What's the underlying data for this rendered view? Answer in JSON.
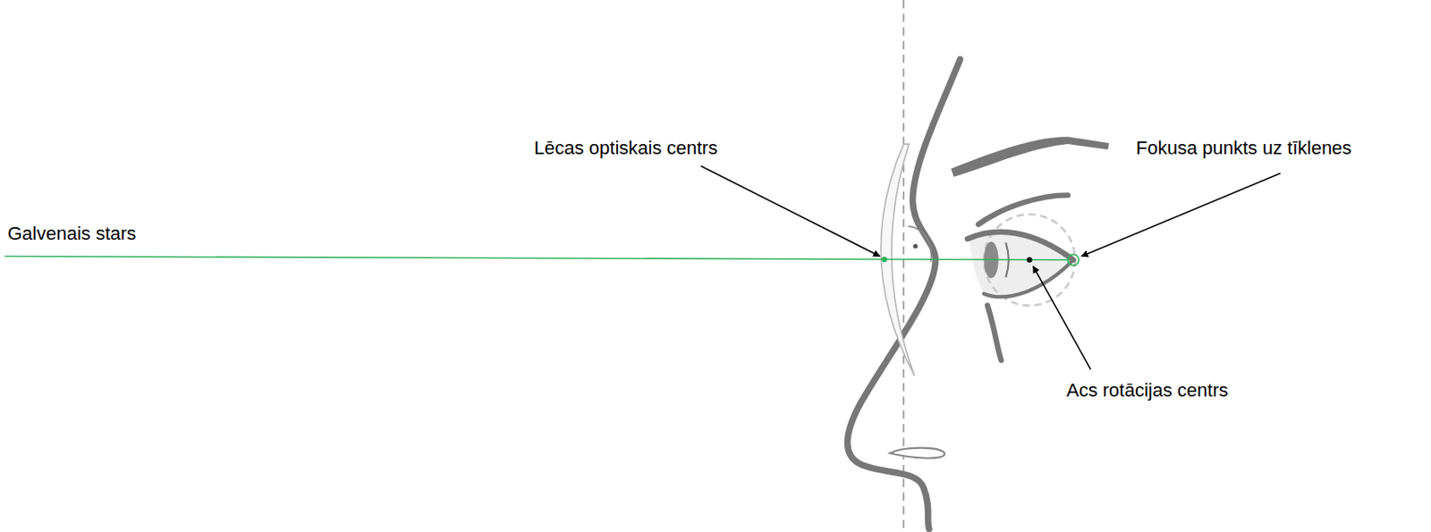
{
  "diagram": {
    "labels": [
      "Galvenais stars",
      "Lēcas optiskais centrs",
      "Fokusa punkts uz tīklenes",
      "Acs rotācijas centrs"
    ]
  }
}
